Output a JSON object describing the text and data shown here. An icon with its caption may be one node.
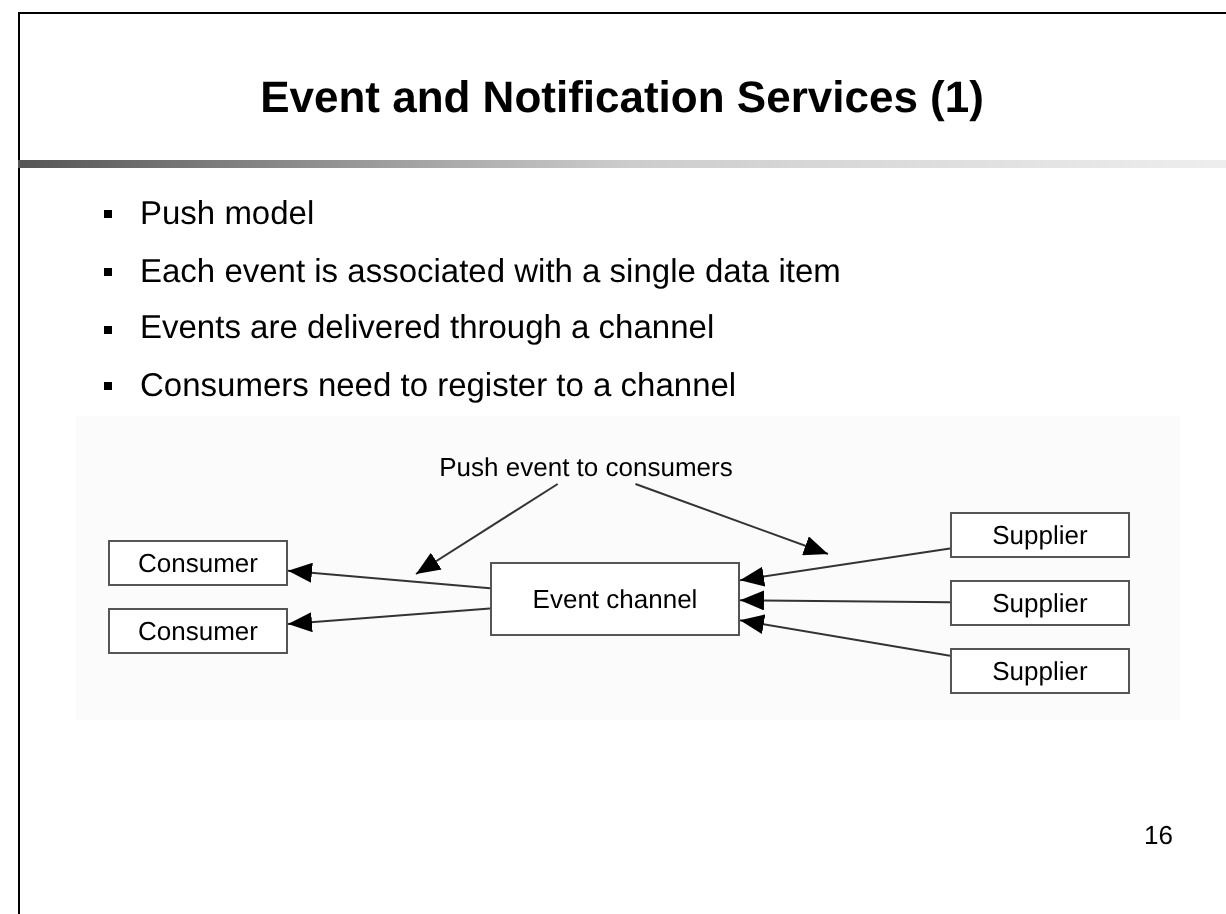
{
  "diagram": {
    "title": "Event and Notification Services (1)",
    "nodes": [
      {
        "text": [
          "Push event to consumers"
        ]
      },
      {
        "text": [
          "Consumer"
        ]
      },
      {
        "text": [
          "Consumer"
        ]
      },
      {
        "text": [
          "Event channel"
        ]
      },
      {
        "text": [
          "Supplier"
        ]
      },
      {
        "text": [
          "Supplier"
        ]
      },
      {
        "text": [
          "Supplier"
        ]
      }
    ],
    "edges": [
      {
        "from": 3,
        "to": 1,
        "arrow": "to"
      },
      {
        "from": 3,
        "to": 2,
        "arrow": "to"
      },
      {
        "from": 4,
        "to": 3,
        "arrow": "to"
      },
      {
        "from": 5,
        "to": 3,
        "arrow": "to"
      },
      {
        "from": 6,
        "to": 3,
        "arrow": "to"
      },
      {
        "from": 0,
        "to": null,
        "arrow": "to"
      },
      {
        "from": 0,
        "to": null,
        "arrow": "to"
      }
    ],
    "labels": [
      "Push model",
      "Each event is associated with a single data item",
      "Events are delivered through a channel",
      "Consumers need to register to a channel",
      "16"
    ]
  }
}
